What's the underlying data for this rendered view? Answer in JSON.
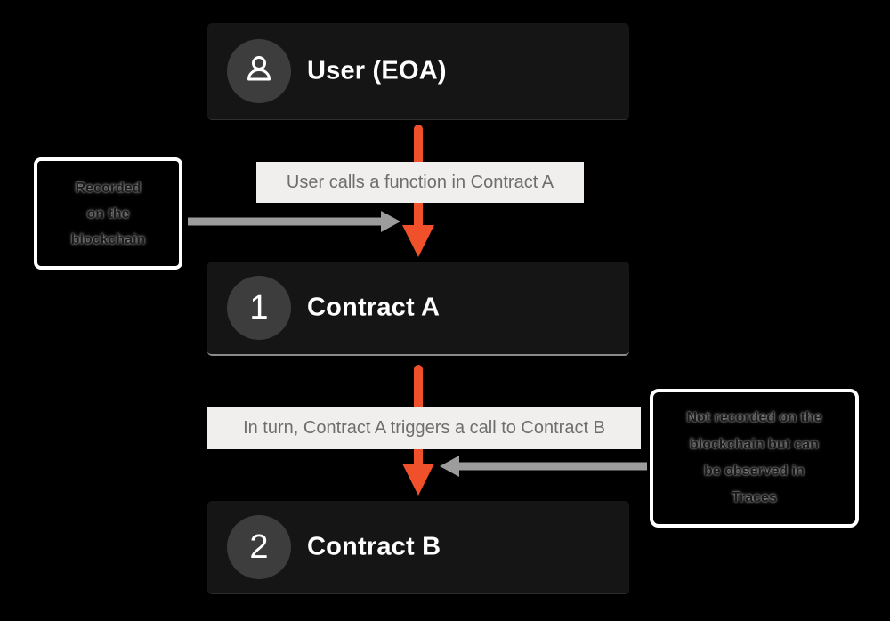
{
  "colors": {
    "background": "#000000",
    "node_background": "#151515",
    "badge_background": "#3D3D3D",
    "node_text": "#FFFFFF",
    "accent_orange": "#F0502A",
    "arrow_gray": "#9C9C9C",
    "chip_background": "#F0EFED",
    "chip_text": "#6E6E6E",
    "annotation_border": "#FFFFFF",
    "annotation_text": "#1A1A1A"
  },
  "nodes": {
    "user": {
      "label": "User (EOA)",
      "icon": "person-icon"
    },
    "contract_a": {
      "label": "Contract A",
      "step": "1"
    },
    "contract_b": {
      "label": "Contract B",
      "step": "2"
    }
  },
  "edge_labels": {
    "user_to_a": "User calls a function in Contract A",
    "a_to_b": "In turn, Contract A triggers a call to Contract B"
  },
  "annotations": {
    "recorded": {
      "line1": "Recorded",
      "line2": "on the",
      "line3": "blockchain"
    },
    "not_recorded": {
      "line1": "Not recorded on the",
      "line2": "blockchain but can",
      "line3": "be observed in",
      "line4": "Traces"
    }
  }
}
